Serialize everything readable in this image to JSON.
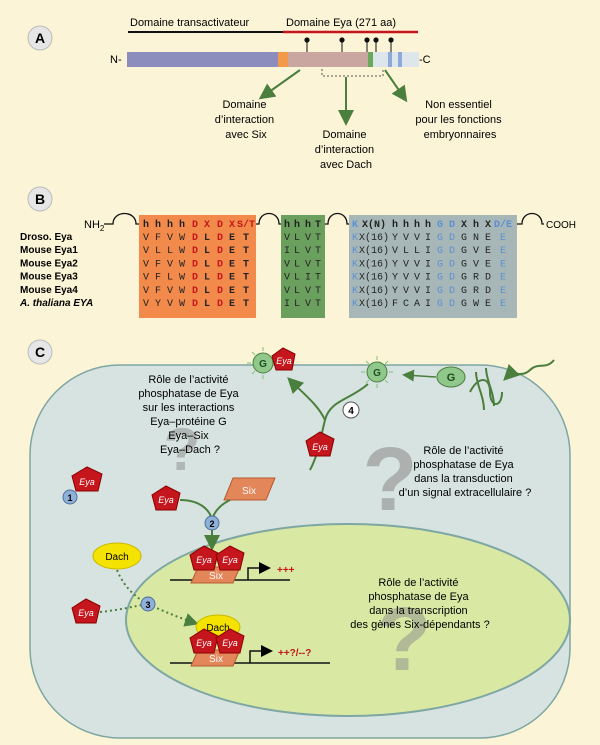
{
  "panel_a": {
    "label": "A",
    "title_transactivator": "Domaine transactivateur",
    "title_eya": "Domaine Eya (271 aa)",
    "n_term": "N-",
    "c_term": "-C",
    "annot_six": [
      "Domaine",
      "d’interaction",
      "avec Six"
    ],
    "annot_dach": [
      "Domaine",
      "d’interaction",
      "avec Dach"
    ],
    "annot_nonessential": [
      "Non essentiel",
      "pour les fonctions",
      "embryonnaires"
    ]
  },
  "panel_b": {
    "label": "B",
    "nh2": "NH",
    "nh2_sub": "2",
    "cooh": "COOH",
    "species": [
      "Droso. Eya",
      "Mouse Eya1",
      "Mouse Eya2",
      "Mouse Eya3",
      "Mouse Eya4",
      "A. thaliana EYA"
    ],
    "motif1_header": [
      "h",
      "h",
      "h",
      "h",
      "D",
      "X",
      "D",
      "X",
      "S/T"
    ],
    "motif1_rows": [
      [
        "V",
        "F",
        "V",
        "W",
        "D",
        "L",
        "D",
        "E",
        "T"
      ],
      [
        "V",
        "L",
        "L",
        "W",
        "D",
        "L",
        "D",
        "E",
        "T"
      ],
      [
        "V",
        "F",
        "V",
        "W",
        "D",
        "L",
        "D",
        "E",
        "T"
      ],
      [
        "V",
        "F",
        "L",
        "W",
        "D",
        "L",
        "D",
        "E",
        "T"
      ],
      [
        "V",
        "F",
        "V",
        "W",
        "D",
        "L",
        "D",
        "E",
        "T"
      ],
      [
        "V",
        "Y",
        "V",
        "W",
        "D",
        "L",
        "D",
        "E",
        "T"
      ]
    ],
    "motif2_header": [
      "h",
      "h",
      "h",
      "T"
    ],
    "motif2_rows": [
      [
        "V",
        "L",
        "V",
        "T"
      ],
      [
        "I",
        "L",
        "V",
        "T"
      ],
      [
        "V",
        "L",
        "V",
        "T"
      ],
      [
        "V",
        "L",
        "I",
        "T"
      ],
      [
        "V",
        "L",
        "V",
        "T"
      ],
      [
        "I",
        "L",
        "V",
        "T"
      ]
    ],
    "motif3_header": [
      "K",
      "X(N)",
      "h",
      "h",
      "h",
      "h",
      "G",
      "D",
      "X",
      "h",
      "X",
      "D/E"
    ],
    "motif3_rows": [
      [
        "K",
        "X(16)",
        "Y",
        "V",
        "V",
        "I",
        "G",
        "D",
        "G",
        "N",
        "E",
        "E"
      ],
      [
        "K",
        "X(16)",
        "V",
        "L",
        "L",
        "I",
        "G",
        "D",
        "G",
        "V",
        "E",
        "E"
      ],
      [
        "K",
        "X(16)",
        "Y",
        "V",
        "V",
        "I",
        "G",
        "D",
        "G",
        "V",
        "E",
        "E"
      ],
      [
        "K",
        "X(16)",
        "Y",
        "V",
        "V",
        "I",
        "G",
        "D",
        "G",
        "R",
        "D",
        "E"
      ],
      [
        "K",
        "X(16)",
        "Y",
        "V",
        "V",
        "I",
        "G",
        "D",
        "G",
        "R",
        "D",
        "E"
      ],
      [
        "K",
        "X(16)",
        "F",
        "C",
        "A",
        "I",
        "G",
        "D",
        "G",
        "W",
        "E",
        "E"
      ]
    ]
  },
  "panel_c": {
    "label": "C",
    "eya": "Eya",
    "six": "Six",
    "dach": "Dach",
    "g": "G",
    "num1": "1",
    "num2": "2",
    "num3": "3",
    "num4": "4",
    "activation": "+++",
    "uncertain": "++?/--?",
    "q1": [
      "Rôle de l’activité",
      "phosphatase de Eya",
      "sur les interactions",
      "Eya–protéine G",
      "Eya–Six",
      "Eya–Dach ?"
    ],
    "q2": [
      "Rôle de l’activité",
      "phosphatase de Eya",
      "dans la transduction",
      "d’un signal extracellulaire ?"
    ],
    "q3": [
      "Rôle de l’activité",
      "phosphatase de Eya",
      "dans la transcription",
      "des gènes Six-dépendants ?"
    ]
  },
  "colors": {
    "background": "#fbf4d6",
    "orange_box": "#f28a4b",
    "green_box": "#6b9f5e",
    "blue_grey_box": "#a7b7b7",
    "cell": "#d7e3e0",
    "nucleus": "#d9e9a4",
    "eya_red": "#c4161c",
    "six_salmon": "#e3865a",
    "dach_yellow": "#f4e300",
    "g_green": "#8fc88a",
    "arrow_green": "#4a7f3e"
  }
}
